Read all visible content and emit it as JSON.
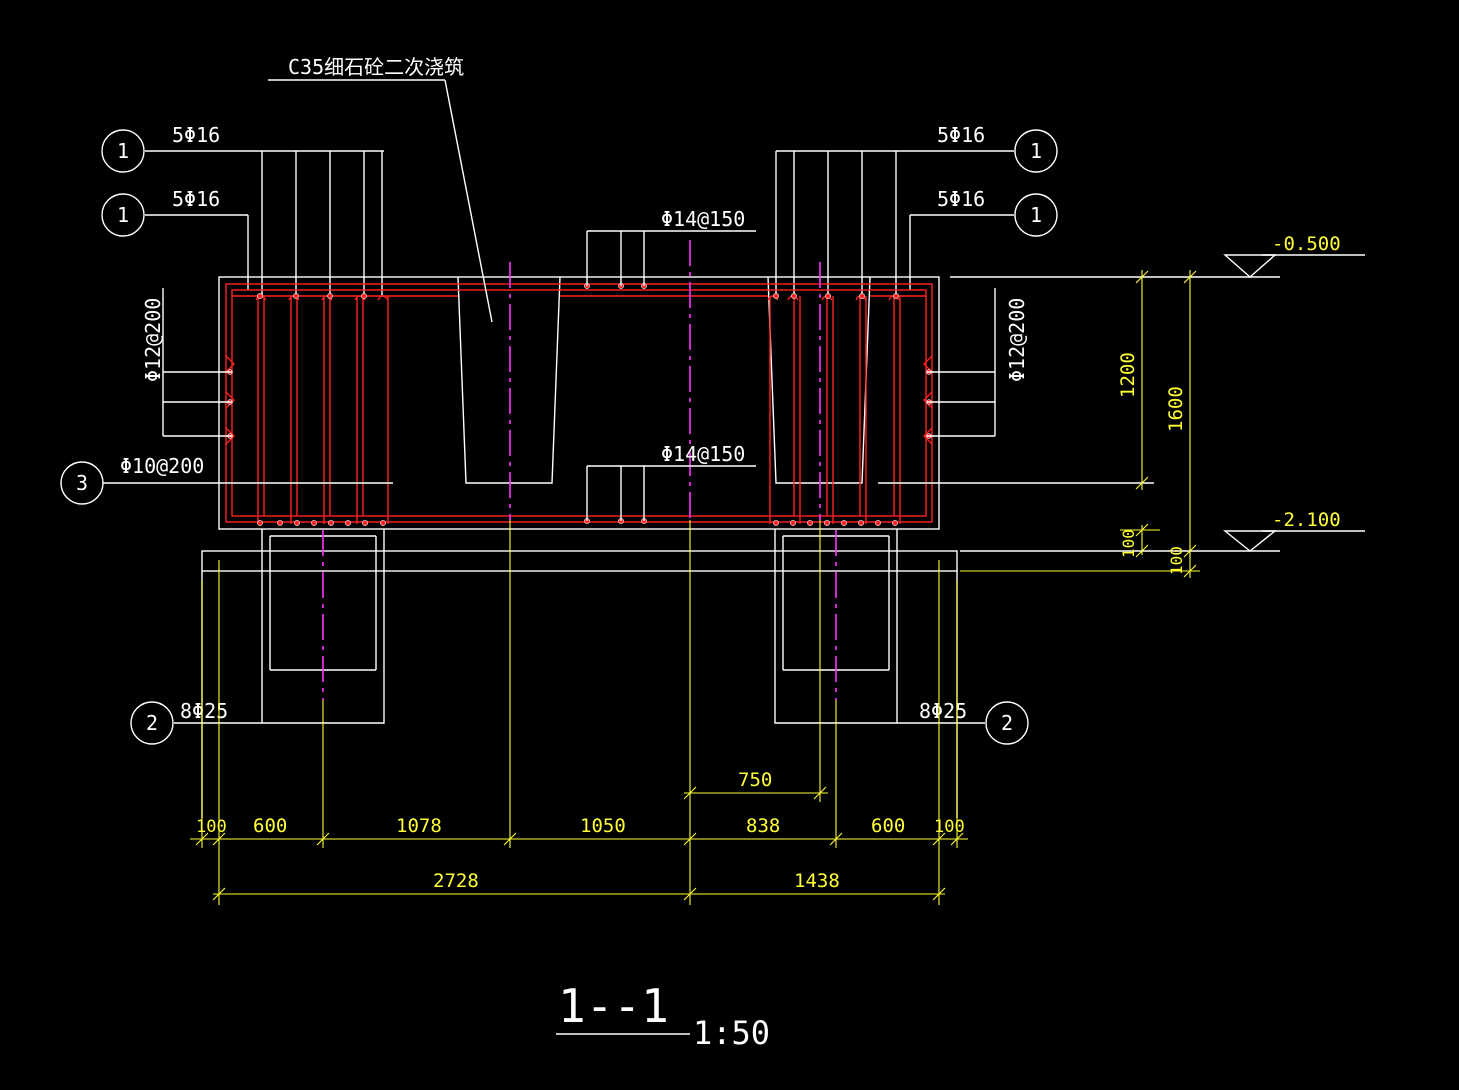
{
  "colors": {
    "background": "#000000",
    "outline": "#ffffff",
    "rebar": "#ff2222",
    "centerline": "#ff33ff",
    "dimension": "#ffff33"
  },
  "labels": {
    "grout_note": "C35细石砼二次浇筑",
    "bars_top_left_1": "5Φ16",
    "bars_top_left_2": "5Φ16",
    "bars_top_right_1": "5Φ16",
    "bars_top_right_2": "5Φ16",
    "stirrup_top": "Φ14@150",
    "stirrup_bottom": "Φ14@150",
    "side_left": "Φ12@200",
    "side_right": "Φ12@200",
    "tie_left": "Φ10@200",
    "pile_left": "8Φ25",
    "pile_right": "8Φ25"
  },
  "markers": {
    "top_left_1": "1",
    "top_left_2": "1",
    "top_right_1": "1",
    "top_right_2": "1",
    "tie_left": "3",
    "pile_left": "2",
    "pile_right": "2"
  },
  "elevations": {
    "top": "-0.500",
    "bottom": "-2.100"
  },
  "dims_vertical": {
    "d1200": "1200",
    "d1600": "1600",
    "d100a": "100",
    "d100b": "100"
  },
  "dims_horizontal": {
    "d100_left": "100",
    "d600_left": "600",
    "d1078": "1078",
    "d1050": "1050",
    "d838": "838",
    "d600_right": "600",
    "d100_right": "100",
    "d750": "750",
    "d2728": "2728",
    "d1438": "1438"
  },
  "title": {
    "section": "1--1",
    "scale": "1:50"
  }
}
